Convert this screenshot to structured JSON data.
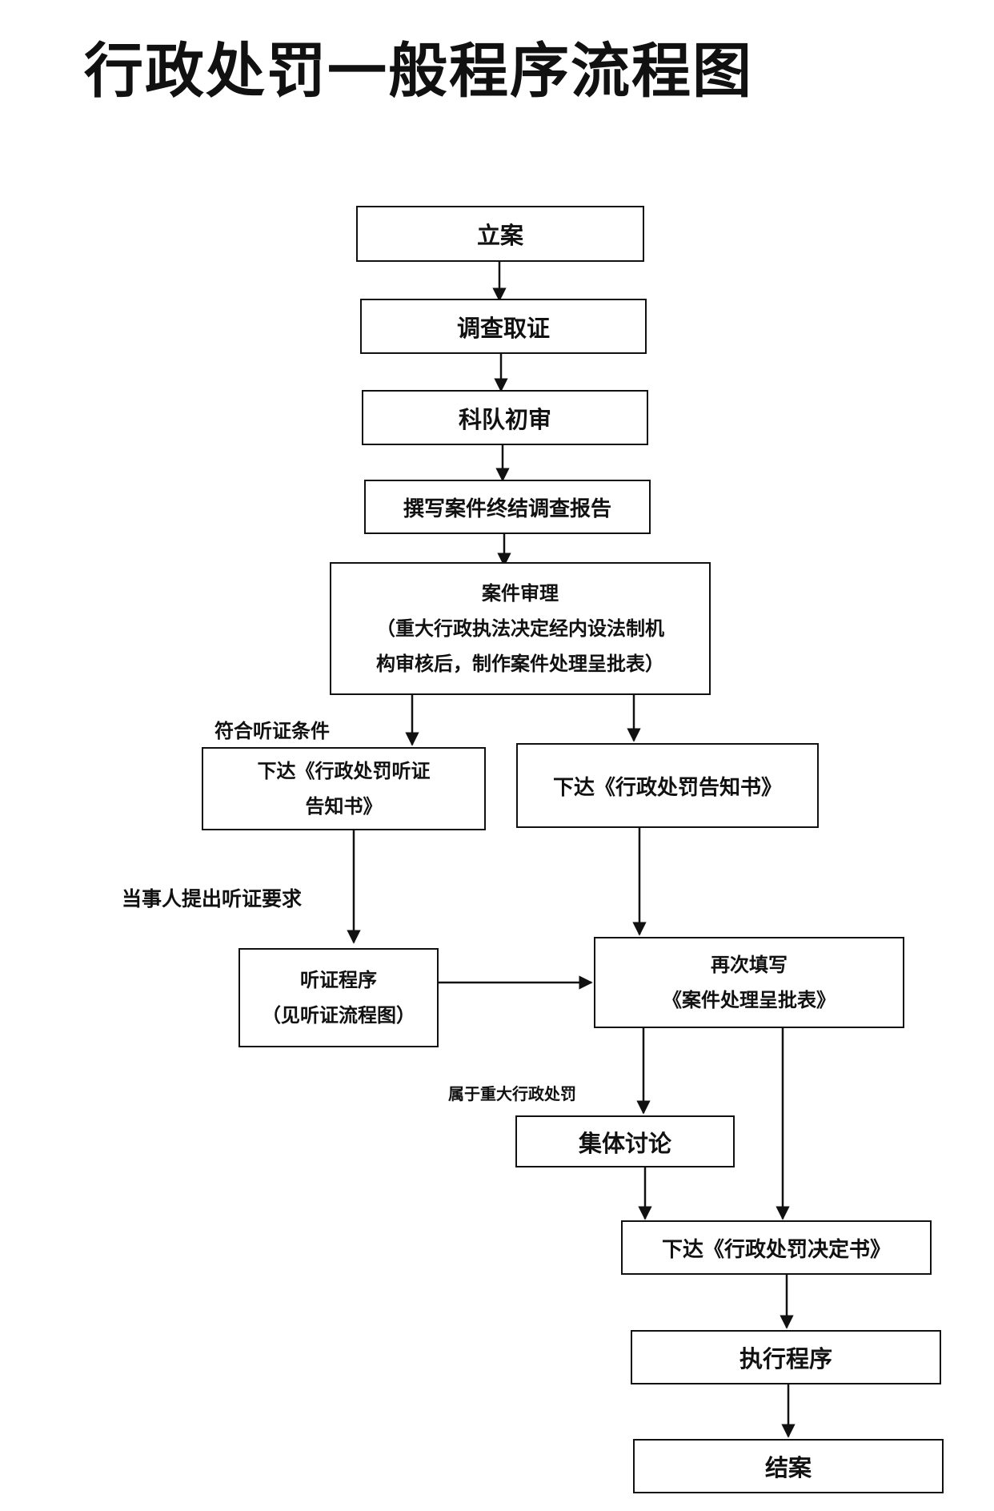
{
  "title": "行政处罚一般程序流程图",
  "nodes": {
    "register": "立案",
    "investigate": "调查取证",
    "preliminary": "科队初审",
    "report": "撰写案件终结调查报告",
    "trial": [
      "案件审理",
      "（重大行政执法决定经内设法制机",
      "构审核后，制作案件处理呈批表）"
    ],
    "hearing_notice": [
      "下达《行政处罚听证",
      "告知书》"
    ],
    "penalty_notice": "下达《行政处罚告知书》",
    "hearing_procedure": [
      "听证程序",
      "（见听证流程图）"
    ],
    "refill": [
      "再次填写",
      "《案件处理呈批表》"
    ],
    "collective": "集体讨论",
    "decision": "下达《行政处罚决定书》",
    "execute": "执行程序",
    "close": "结案"
  },
  "edge_labels": {
    "hearing_condition": "符合听证条件",
    "party_request": "当事人提出听证要求",
    "major_penalty": "属于重大行政处罚"
  }
}
